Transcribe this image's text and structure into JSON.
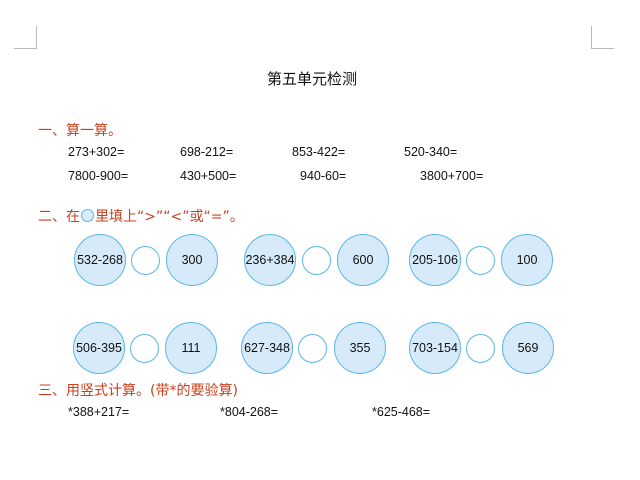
{
  "document": {
    "title": "第五单元检测"
  },
  "section1": {
    "heading": "一、算一算。",
    "rows": [
      [
        "273+302=",
        "698-212=",
        "853-422=",
        "520-340="
      ],
      [
        "7800-900=",
        "430+500=",
        "940-60=",
        "3800+700="
      ]
    ]
  },
  "section2": {
    "heading_before": "二、在",
    "heading_after": "里填上“>”“<”或“=”。",
    "rows": [
      [
        {
          "left": "532-268",
          "right": "300"
        },
        {
          "left": "236+384",
          "right": "600"
        },
        {
          "left": "205-106",
          "right": "100"
        }
      ],
      [
        {
          "left": "506-395",
          "right": "111"
        },
        {
          "left": "627-348",
          "right": "355"
        },
        {
          "left": "703-154",
          "right": "569"
        }
      ]
    ]
  },
  "section3": {
    "heading": "三、用竖式计算。(带*的要验算)",
    "items": [
      "*388+217=",
      "*804-268=",
      "*625-468="
    ]
  }
}
